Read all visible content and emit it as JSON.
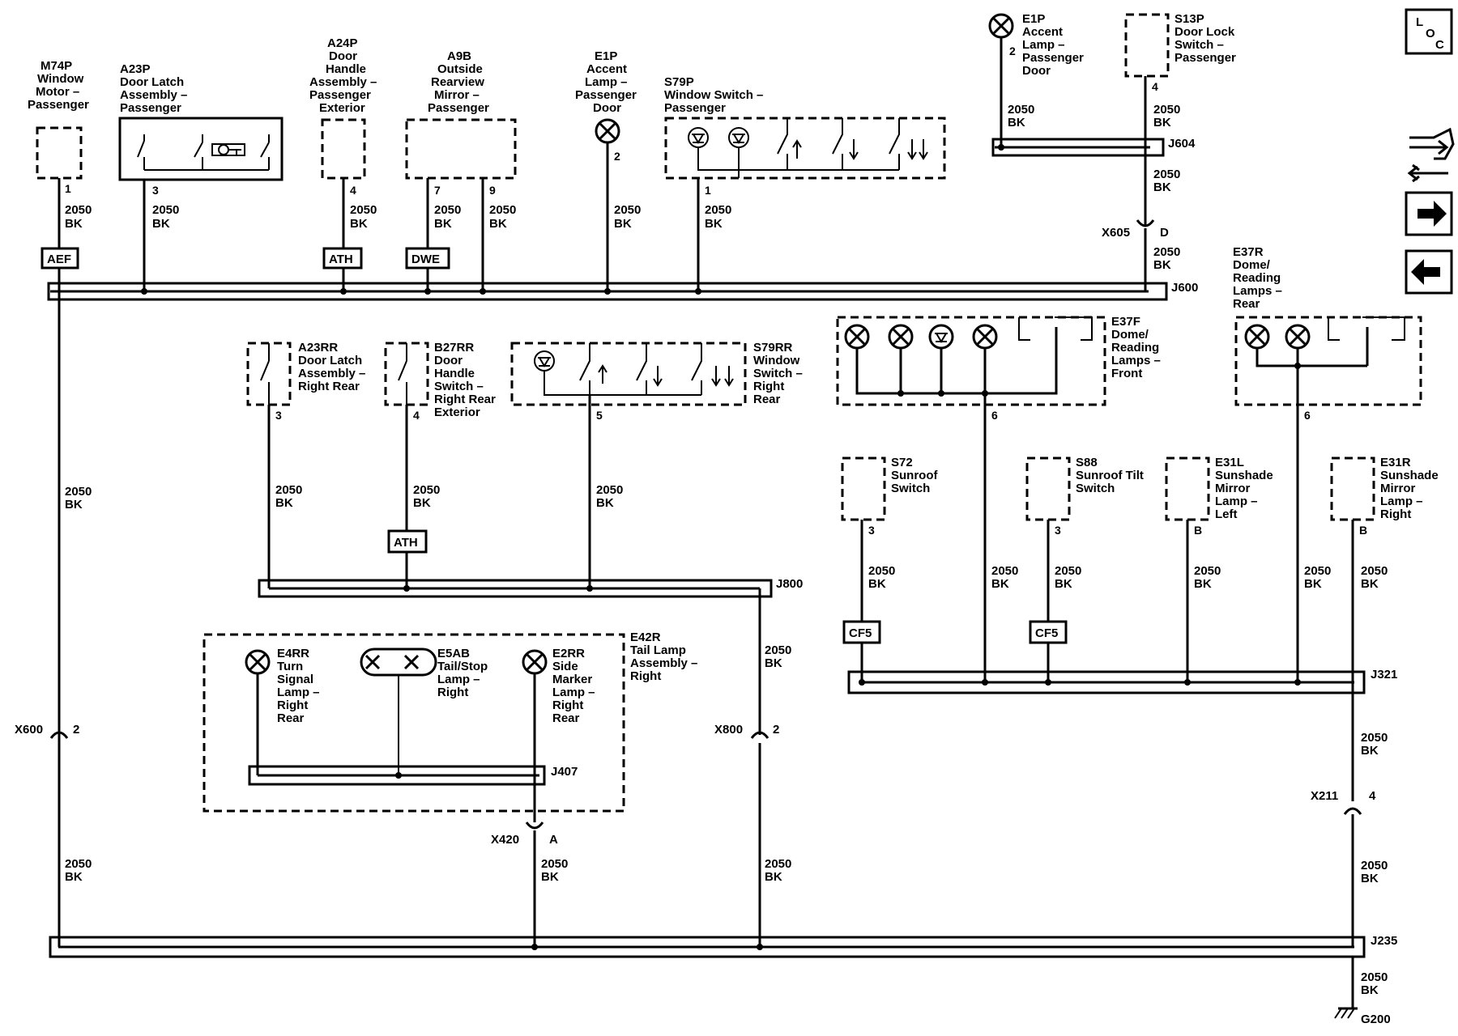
{
  "components": {
    "m74p": [
      "M74P",
      "Window",
      "Motor –",
      "Passenger"
    ],
    "a23p": [
      "A23P",
      "Door Latch",
      "Assembly –",
      "Passenger"
    ],
    "a24p": [
      "A24P",
      "Door",
      "Handle",
      "Assembly –",
      "Passenger",
      "Exterior"
    ],
    "a9b": [
      "A9B",
      "Outside",
      "Rearview",
      "Mirror –",
      "Passenger"
    ],
    "e1p_main": [
      "E1P",
      "Accent",
      "Lamp –",
      "Passenger",
      "Door"
    ],
    "s79p": [
      "S79P",
      "Window Switch –",
      "Passenger"
    ],
    "e1p_top": [
      "E1P",
      "Accent",
      "Lamp –",
      "Passenger",
      "Door"
    ],
    "s13p": [
      "S13P",
      "Door Lock",
      "Switch –",
      "Passenger"
    ],
    "e37r": [
      "E37R",
      "Dome/",
      "Reading",
      "Lamps –",
      "Rear"
    ],
    "e37f": [
      "E37F",
      "Dome/",
      "Reading",
      "Lamps –",
      "Front"
    ],
    "a23rr": [
      "A23RR",
      "Door Latch",
      "Assembly –",
      "Right Rear"
    ],
    "b27rr": [
      "B27RR",
      "Door",
      "Handle",
      "Switch –",
      "Right Rear",
      "Exterior"
    ],
    "s79rr": [
      "S79RR",
      "Window",
      "Switch –",
      "Right",
      "Rear"
    ],
    "s72": [
      "S72",
      "Sunroof",
      "Switch"
    ],
    "s88": [
      "S88",
      "Sunroof Tilt",
      "Switch"
    ],
    "e31l": [
      "E31L",
      "Sunshade",
      "Mirror",
      "Lamp –",
      "Left"
    ],
    "e31r": [
      "E31R",
      "Sunshade",
      "Mirror",
      "Lamp –",
      "Right"
    ],
    "e42r": [
      "E42R",
      "Tail Lamp",
      "Assembly –",
      "Right"
    ],
    "e4rr": [
      "E4RR",
      "Turn",
      "Signal",
      "Lamp –",
      "Right",
      "Rear"
    ],
    "e5ab": [
      "E5AB",
      "Tail/Stop",
      "Lamp –",
      "Right"
    ],
    "e2rr": [
      "E2RR",
      "Side",
      "Marker",
      "Lamp –",
      "Right",
      "Rear"
    ]
  },
  "wire": {
    "circuit": "2050",
    "color": "BK"
  },
  "splices": {
    "j600": "J600",
    "j604": "J604",
    "j800": "J800",
    "j321": "J321",
    "j407": "J407",
    "j235": "J235",
    "g200": "G200"
  },
  "connectors": {
    "x605": "X605",
    "x605_pin": "D",
    "x600": "X600",
    "x600_pin": "2",
    "x800": "X800",
    "x800_pin": "2",
    "x420": "X420",
    "x420_pin": "A",
    "x211": "X211",
    "x211_pin": "4"
  },
  "tags": {
    "aef": "AEF",
    "ath": "ATH",
    "dwe": "DWE",
    "cf5": "CF5"
  },
  "pins": {
    "m74p": "1",
    "a23p": "3",
    "a24p": "4",
    "a9b_a": "7",
    "a9b_b": "9",
    "e1p_main": "2",
    "s79p": "1",
    "e1p_top": "2",
    "s13p": "4",
    "a23rr": "3",
    "b27rr": "4",
    "s79rr": "5",
    "e37f": "6",
    "e37r": "6",
    "s72": "3",
    "s88": "3",
    "e31l": "B",
    "e31r": "B"
  },
  "nav": {
    "loc_l": "L",
    "loc_o": "O",
    "loc_c": "C"
  },
  "icons": [
    "loc-icon",
    "harness-icon",
    "next-page-arrow-icon",
    "previous-page-arrow-icon"
  ]
}
